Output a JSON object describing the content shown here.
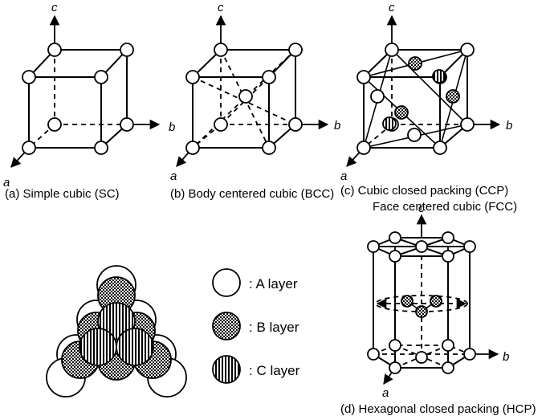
{
  "panels": {
    "sc": {
      "caption": "(a) Simple cubic (SC)"
    },
    "bcc": {
      "caption": "(b) Body centered cubic (BCC)"
    },
    "ccp": {
      "caption_line1": "(c) Cubic closed packing (CCP)",
      "caption_line2": "Face centered cubic (FCC)"
    },
    "hcp": {
      "caption": "(d) Hexagonal closed packing (HCP)"
    }
  },
  "axes": {
    "a": "a",
    "b": "b",
    "c": "c"
  },
  "legend": {
    "a_layer": ": A layer",
    "b_layer": ": B layer",
    "c_layer": ": C layer"
  },
  "colors": {
    "stroke": "#000000",
    "background": "#ffffff",
    "atom_fill": "#ffffff"
  },
  "icons": {
    "a_layer": "open-circle-icon",
    "b_layer": "checkered-circle-icon",
    "c_layer": "vertical-stripe-circle-icon"
  }
}
